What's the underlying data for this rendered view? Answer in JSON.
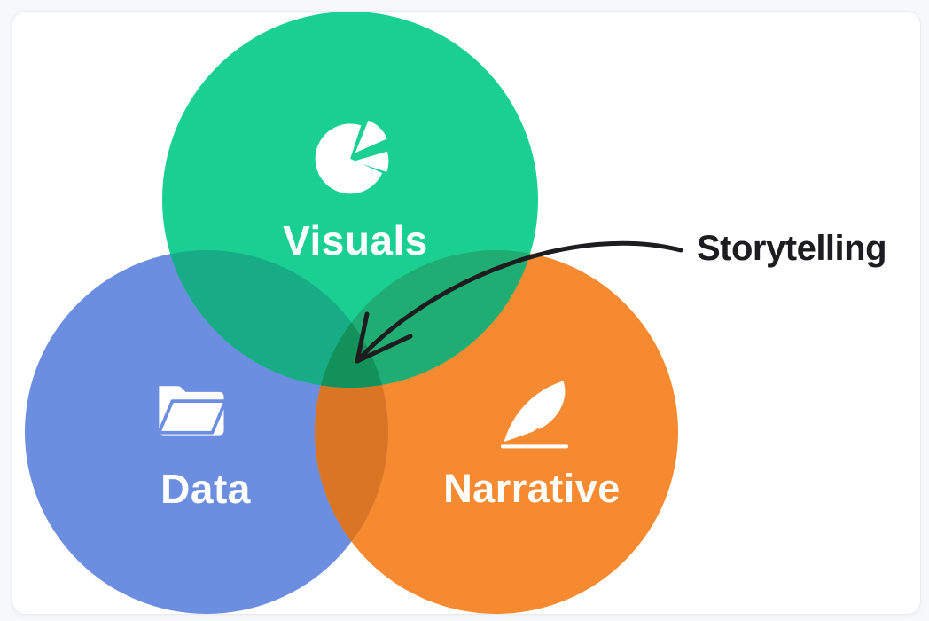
{
  "page": {
    "background": "#F7F8FA"
  },
  "card": {
    "background": "#FFFFFF",
    "border_color": "#E9EBEF"
  },
  "diagram": {
    "type": "venn",
    "circles": [
      {
        "id": "visuals",
        "label": "Visuals",
        "icon": "pie-chart-icon",
        "color": "#19D092"
      },
      {
        "id": "data",
        "label": "Data",
        "icon": "open-folder-icon",
        "color": "#6B8EE0"
      },
      {
        "id": "narrative",
        "label": "Narrative",
        "icon": "quill-feather-icon",
        "color": "#F68A30"
      }
    ],
    "overlap_colors": {
      "visuals_data": "#17AC86",
      "visuals_narrative": "#1FAD74",
      "data_narrative": "#DB7526",
      "center": "#13915A"
    },
    "annotation": {
      "label": "Storytelling",
      "color": "#1D1D1F",
      "points_to": "center overlap of Visuals, Data and Narrative"
    },
    "icon_color": "#FFFFFF"
  }
}
